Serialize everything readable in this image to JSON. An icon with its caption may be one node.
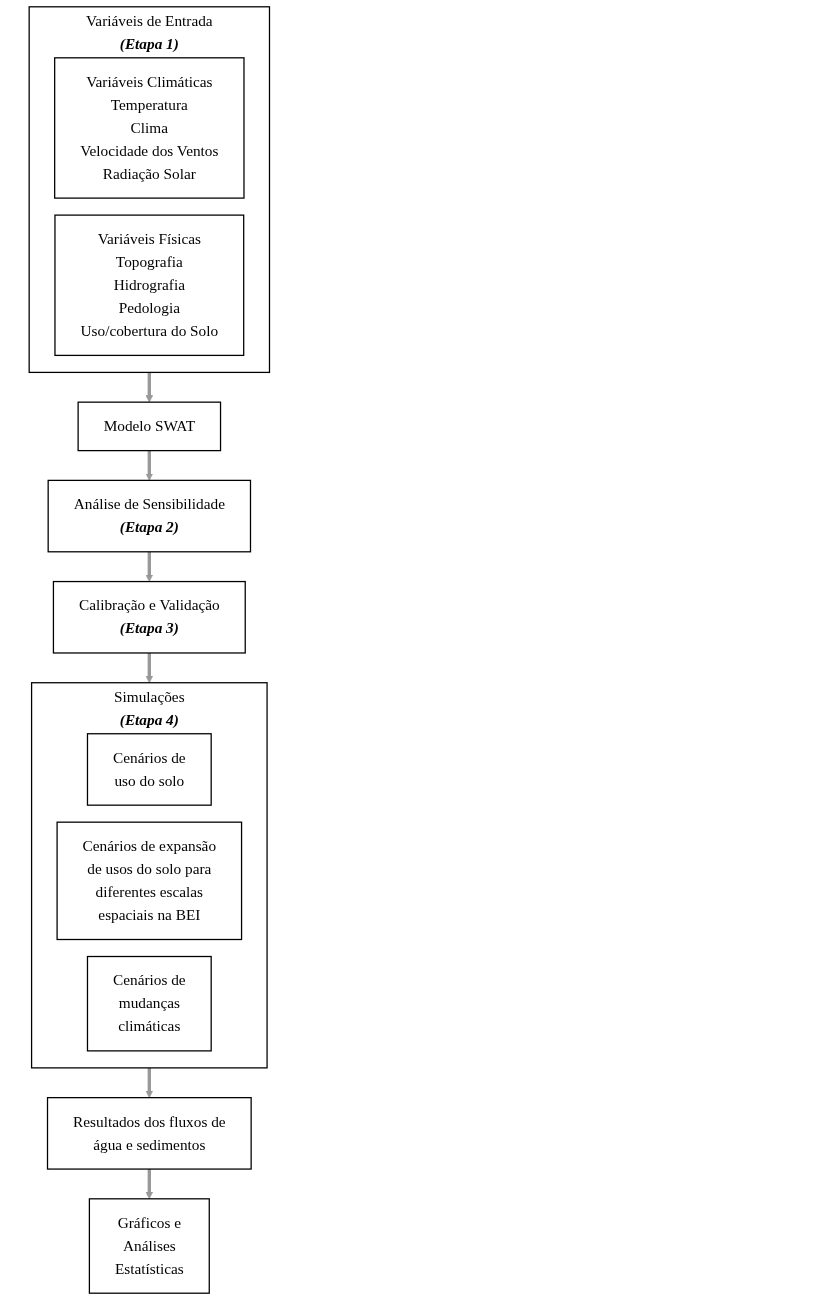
{
  "diagram": {
    "nodes": [
      {
        "text": [
          "Variáveis de Entrada",
          "(Etapa 1)"
        ]
      },
      {
        "text": [
          "Variáveis Climáticas",
          "Temperatura",
          "Clima",
          "Velocidade dos Ventos",
          "Radiação Solar"
        ],
        "in": 0
      },
      {
        "text": [
          "Variáveis Físicas",
          "Topografia",
          "Hidrografia",
          "Pedologia",
          "Uso/cobertura do Solo"
        ],
        "in": 0
      },
      {
        "text": [
          "Modelo SWAT"
        ]
      },
      {
        "text": [
          "Análise de Sensibilidade",
          "(Etapa 2)"
        ]
      },
      {
        "text": [
          "Calibração e Validação",
          "(Etapa 3)"
        ]
      },
      {
        "text": [
          "Simulações",
          "(Etapa 4)"
        ]
      },
      {
        "text": [
          "Cenários de uso do solo"
        ],
        "in": 6
      },
      {
        "text": [
          "Cenários de expansão de usos do solo para diferentes escalas espaciais na BEI"
        ],
        "in": 6
      },
      {
        "text": [
          "Cenários de mudanças climáticas"
        ],
        "in": 6
      },
      {
        "text": [
          "Resultados dos fluxos de água e sedimentos"
        ]
      },
      {
        "text": [
          "Gráficos e Análises Estatísticas"
        ]
      }
    ],
    "edges": [
      {
        "from": 0,
        "to": 3,
        "arrow": "to"
      },
      {
        "from": 3,
        "to": 4,
        "arrow": "to"
      },
      {
        "from": 4,
        "to": 5,
        "arrow": "to"
      },
      {
        "from": 5,
        "to": 6,
        "arrow": "to"
      },
      {
        "from": 6,
        "to": 10,
        "arrow": "to"
      },
      {
        "from": 10,
        "to": 11,
        "arrow": "to"
      }
    ]
  }
}
